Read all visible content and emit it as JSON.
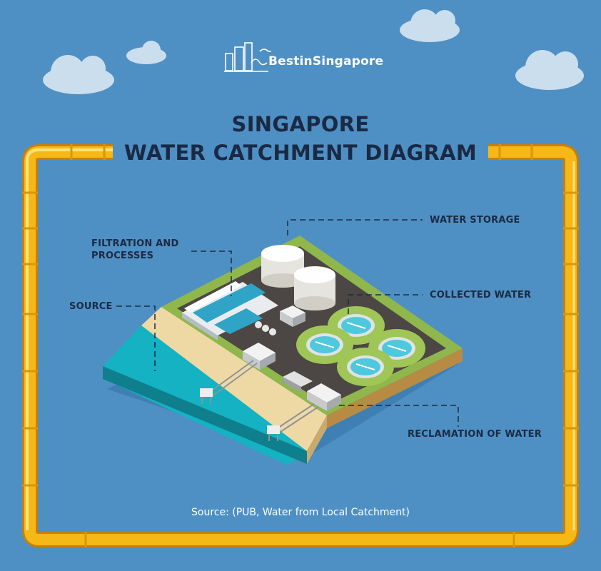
{
  "brand": {
    "name": "BestinSingapore"
  },
  "title": {
    "line1": "SINGAPORE",
    "line2": "WATER CATCHMENT DIAGRAM"
  },
  "labels": {
    "water_storage": "WATER STORAGE",
    "filtration_line1": "FILTRATION AND",
    "filtration_line2": "PROCESSES",
    "source": "SOURCE",
    "collected_water": "COLLECTED WATER",
    "reclamation": "RECLAMATION OF  WATER"
  },
  "source_note": "Source: (PUB, Water from Local Catchment)",
  "colors": {
    "background": "#4f90c4",
    "pipe": "#f5b817",
    "title_text": "#1b2a44",
    "sea": "#1ba7b4",
    "sand": "#eed9a4",
    "grass": "#8fb74c",
    "tank_water": "#4ec8dc"
  }
}
